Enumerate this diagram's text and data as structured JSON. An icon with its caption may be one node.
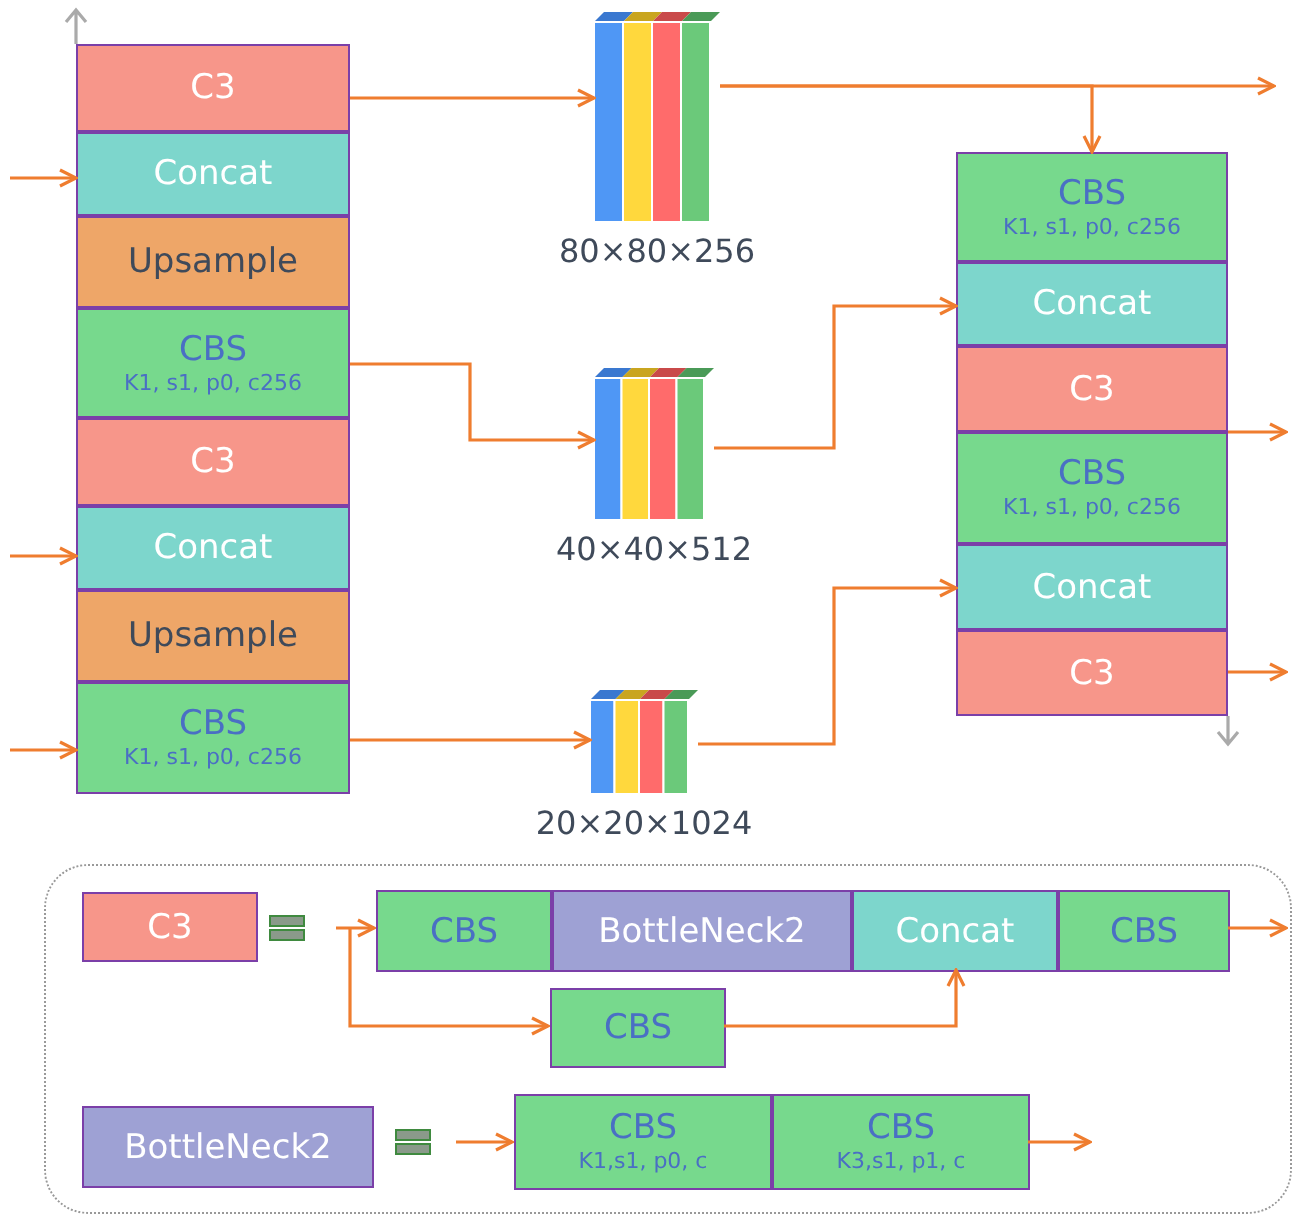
{
  "diagram": {
    "nodes": [
      {
        "text": [
          "C3"
        ]
      },
      {
        "text": [
          "Concat"
        ]
      },
      {
        "text": [
          "Upsample"
        ]
      },
      {
        "text": [
          "CBS",
          "K1, s1, p0, c256"
        ]
      },
      {
        "text": [
          "C3"
        ]
      },
      {
        "text": [
          "Concat"
        ]
      },
      {
        "text": [
          "Upsample"
        ]
      },
      {
        "text": [
          "CBS",
          "K1, s1, p0, c256"
        ]
      },
      {
        "text": [],
        "shape": "picture",
        "beside": [
          "80×80×256"
        ]
      },
      {
        "text": [],
        "shape": "picture",
        "beside": [
          "40×40×512"
        ]
      },
      {
        "text": [],
        "shape": "picture",
        "beside": [
          "20×20×1024"
        ]
      },
      {
        "text": [
          "CBS",
          "K1, s1, p0, c256"
        ]
      },
      {
        "text": [
          "Concat"
        ]
      },
      {
        "text": [
          "C3"
        ]
      },
      {
        "text": [
          "CBS",
          "K1, s1, p0, c256"
        ]
      },
      {
        "text": [
          "Concat"
        ]
      },
      {
        "text": [
          "C3"
        ]
      },
      {
        "text": [],
        "shape": "box"
      },
      {
        "text": [
          "C3"
        ],
        "in": 17
      },
      {
        "text": [
          "CBS"
        ],
        "in": 17
      },
      {
        "text": [
          "BottleNeck2"
        ],
        "in": 17
      },
      {
        "text": [
          "Concat"
        ],
        "in": 17
      },
      {
        "text": [
          "CBS"
        ],
        "in": 17
      },
      {
        "text": [
          "CBS"
        ],
        "in": 17
      },
      {
        "text": [
          "BottleNeck2"
        ],
        "in": 17
      },
      {
        "text": [
          "CBS",
          "K1,s1, p0, c"
        ],
        "in": 17
      },
      {
        "text": [
          "CBS",
          "K3,s1, p1, c"
        ],
        "in": 17
      }
    ],
    "edges": [
      {
        "from": null,
        "to": 1,
        "arrow": "to"
      },
      {
        "from": null,
        "to": 5,
        "arrow": "to"
      },
      {
        "from": null,
        "to": 7,
        "arrow": "to"
      },
      {
        "from": 0,
        "to": 8,
        "arrow": "to"
      },
      {
        "from": 3,
        "to": 9,
        "arrow": "to"
      },
      {
        "from": 7,
        "to": 10,
        "arrow": "to"
      },
      {
        "from": 8,
        "to": null,
        "arrow": "to"
      },
      {
        "from": 8,
        "to": 11,
        "arrow": "to"
      },
      {
        "from": 9,
        "to": 12,
        "arrow": "to"
      },
      {
        "from": 10,
        "to": 15,
        "arrow": "to"
      },
      {
        "from": 13,
        "to": null,
        "arrow": "to"
      },
      {
        "from": 16,
        "to": null,
        "arrow": "to"
      },
      {
        "from": null,
        "to": 19,
        "arrow": "to"
      },
      {
        "from": null,
        "to": 23,
        "arrow": "to"
      },
      {
        "from": 23,
        "to": 21,
        "arrow": "to"
      },
      {
        "from": 22,
        "to": null,
        "arrow": "to"
      },
      {
        "from": null,
        "to": 25,
        "arrow": "to"
      },
      {
        "from": 26,
        "to": null,
        "arrow": "to"
      }
    ]
  }
}
